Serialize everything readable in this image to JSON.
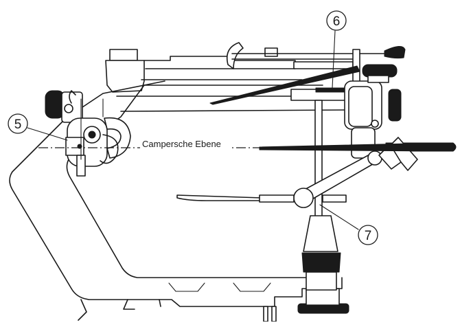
{
  "diagram": {
    "plane_label": "Campersche Ebene",
    "callouts": [
      {
        "id": "5",
        "label": "5"
      },
      {
        "id": "6",
        "label": "6"
      },
      {
        "id": "7",
        "label": "7"
      }
    ]
  },
  "colors": {
    "line": "#1a1a1a",
    "background": "#ffffff"
  }
}
